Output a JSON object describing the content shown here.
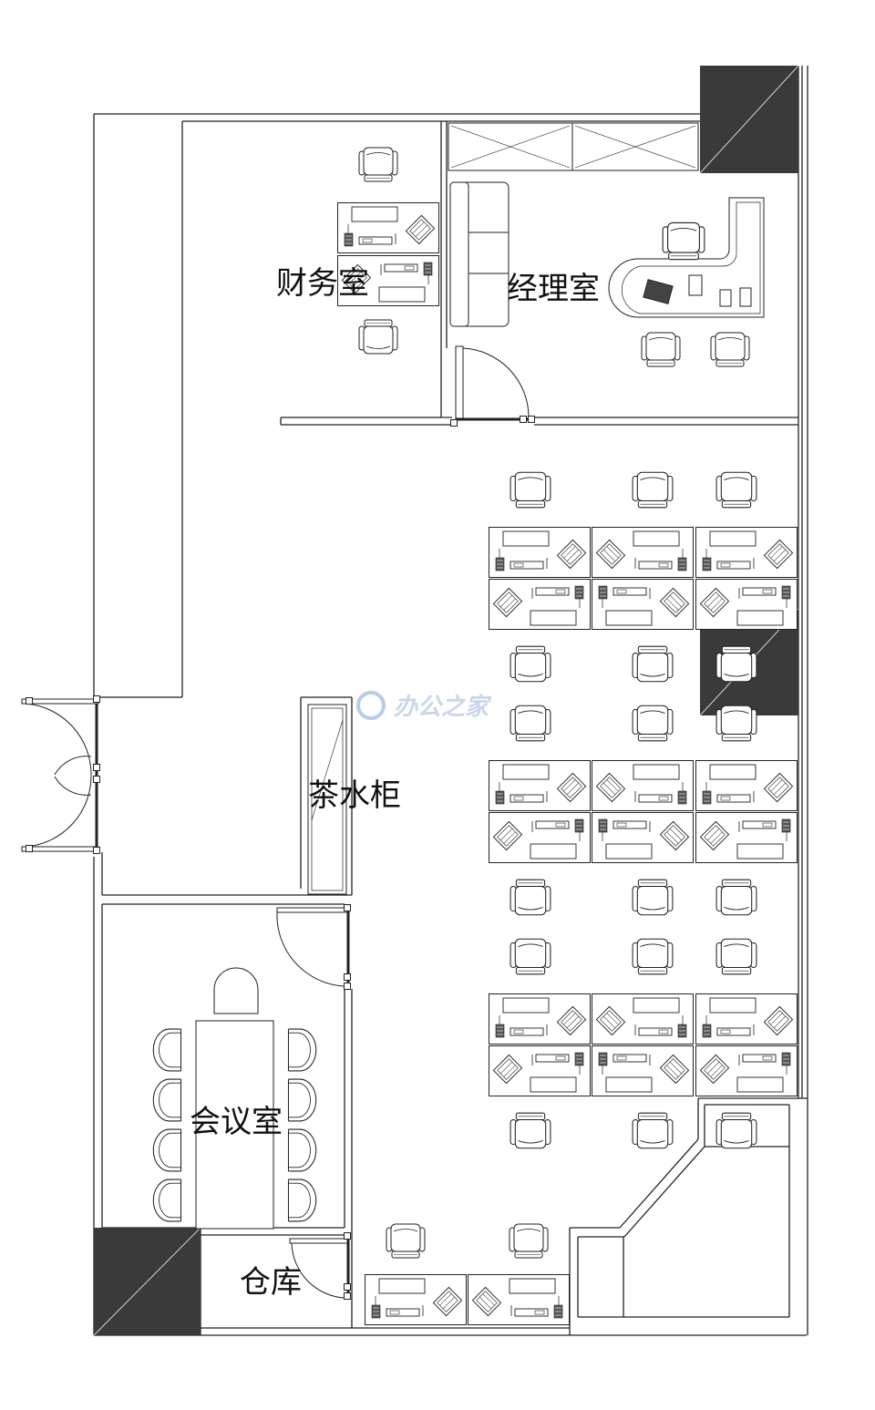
{
  "labels": {
    "finance": "财务室",
    "manager": "经理室",
    "tea": "茶水柜",
    "meeting": "会议室",
    "storage": "仓库"
  },
  "watermark": {
    "text": "办公之家"
  },
  "colors": {
    "line": "#222222",
    "column": "#3a3a3a",
    "background": "#ffffff",
    "watermark": "#c9d7ea"
  }
}
